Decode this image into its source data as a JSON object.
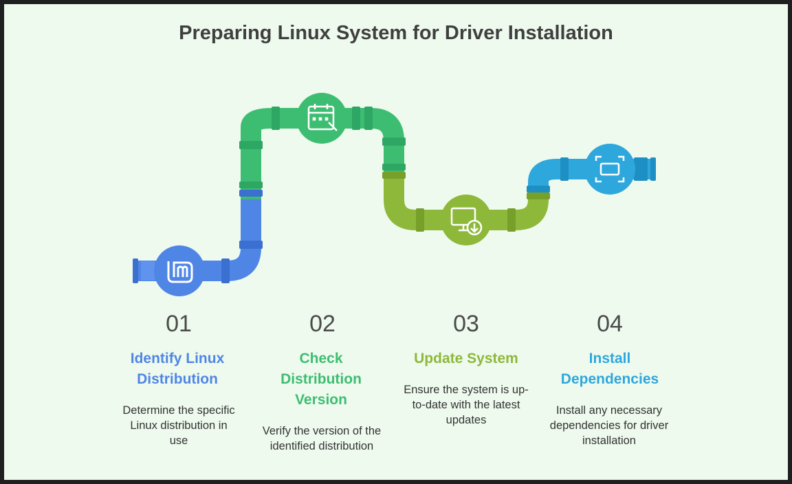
{
  "title": "Preparing Linux System for Driver Installation",
  "colors": {
    "background": "#eefaee",
    "step1": "#4f86e6",
    "step2": "#3dbd71",
    "step3": "#8db83a",
    "step4": "#2ea7dd"
  },
  "steps": [
    {
      "number": "01",
      "heading": "Identify Linux Distribution",
      "description": "Determine the specific Linux distribution in use",
      "icon": "linux-mint-logo-icon"
    },
    {
      "number": "02",
      "heading": "Check Distribution Version",
      "description": "Verify the version of the identified distribution",
      "icon": "calendar-check-icon"
    },
    {
      "number": "03",
      "heading": "Update System",
      "description": "Ensure the system is up-to-date with the latest updates",
      "icon": "monitor-download-icon"
    },
    {
      "number": "04",
      "heading": "Install Dependencies",
      "description": "Install any necessary dependencies for driver installation",
      "icon": "scan-frame-icon"
    }
  ]
}
